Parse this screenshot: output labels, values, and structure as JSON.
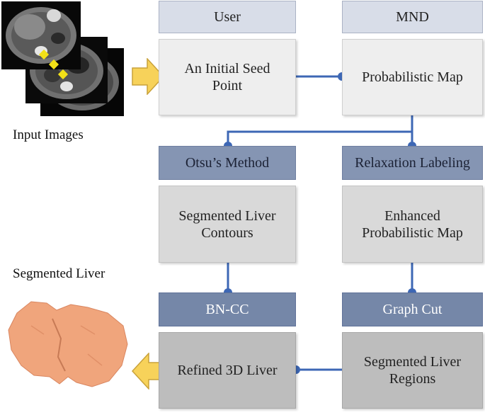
{
  "headers": {
    "user": "User",
    "mnd": "MND",
    "otsu": "Otsu’s Method",
    "relaxation": "Relaxation Labeling",
    "bncc": "BN-CC",
    "graph_cut": "Graph Cut"
  },
  "boxes": {
    "seed_point": "An Initial Seed Point",
    "probabilistic_map": "Probabilistic Map",
    "segmented_contours": "Segmented Liver Contours",
    "enhanced_map": "Enhanced Probabilistic Map",
    "refined_liver": "Refined 3D Liver",
    "segmented_regions": "Segmented Liver Regions"
  },
  "labels": {
    "input_images": "Input Images",
    "segmented_liver": "Segmented Liver"
  },
  "colors": {
    "connector": "#3d67b5",
    "arrow_fill": "#f7d25a",
    "arrow_stroke": "#c9a23a",
    "liver": "#f0a57c"
  }
}
